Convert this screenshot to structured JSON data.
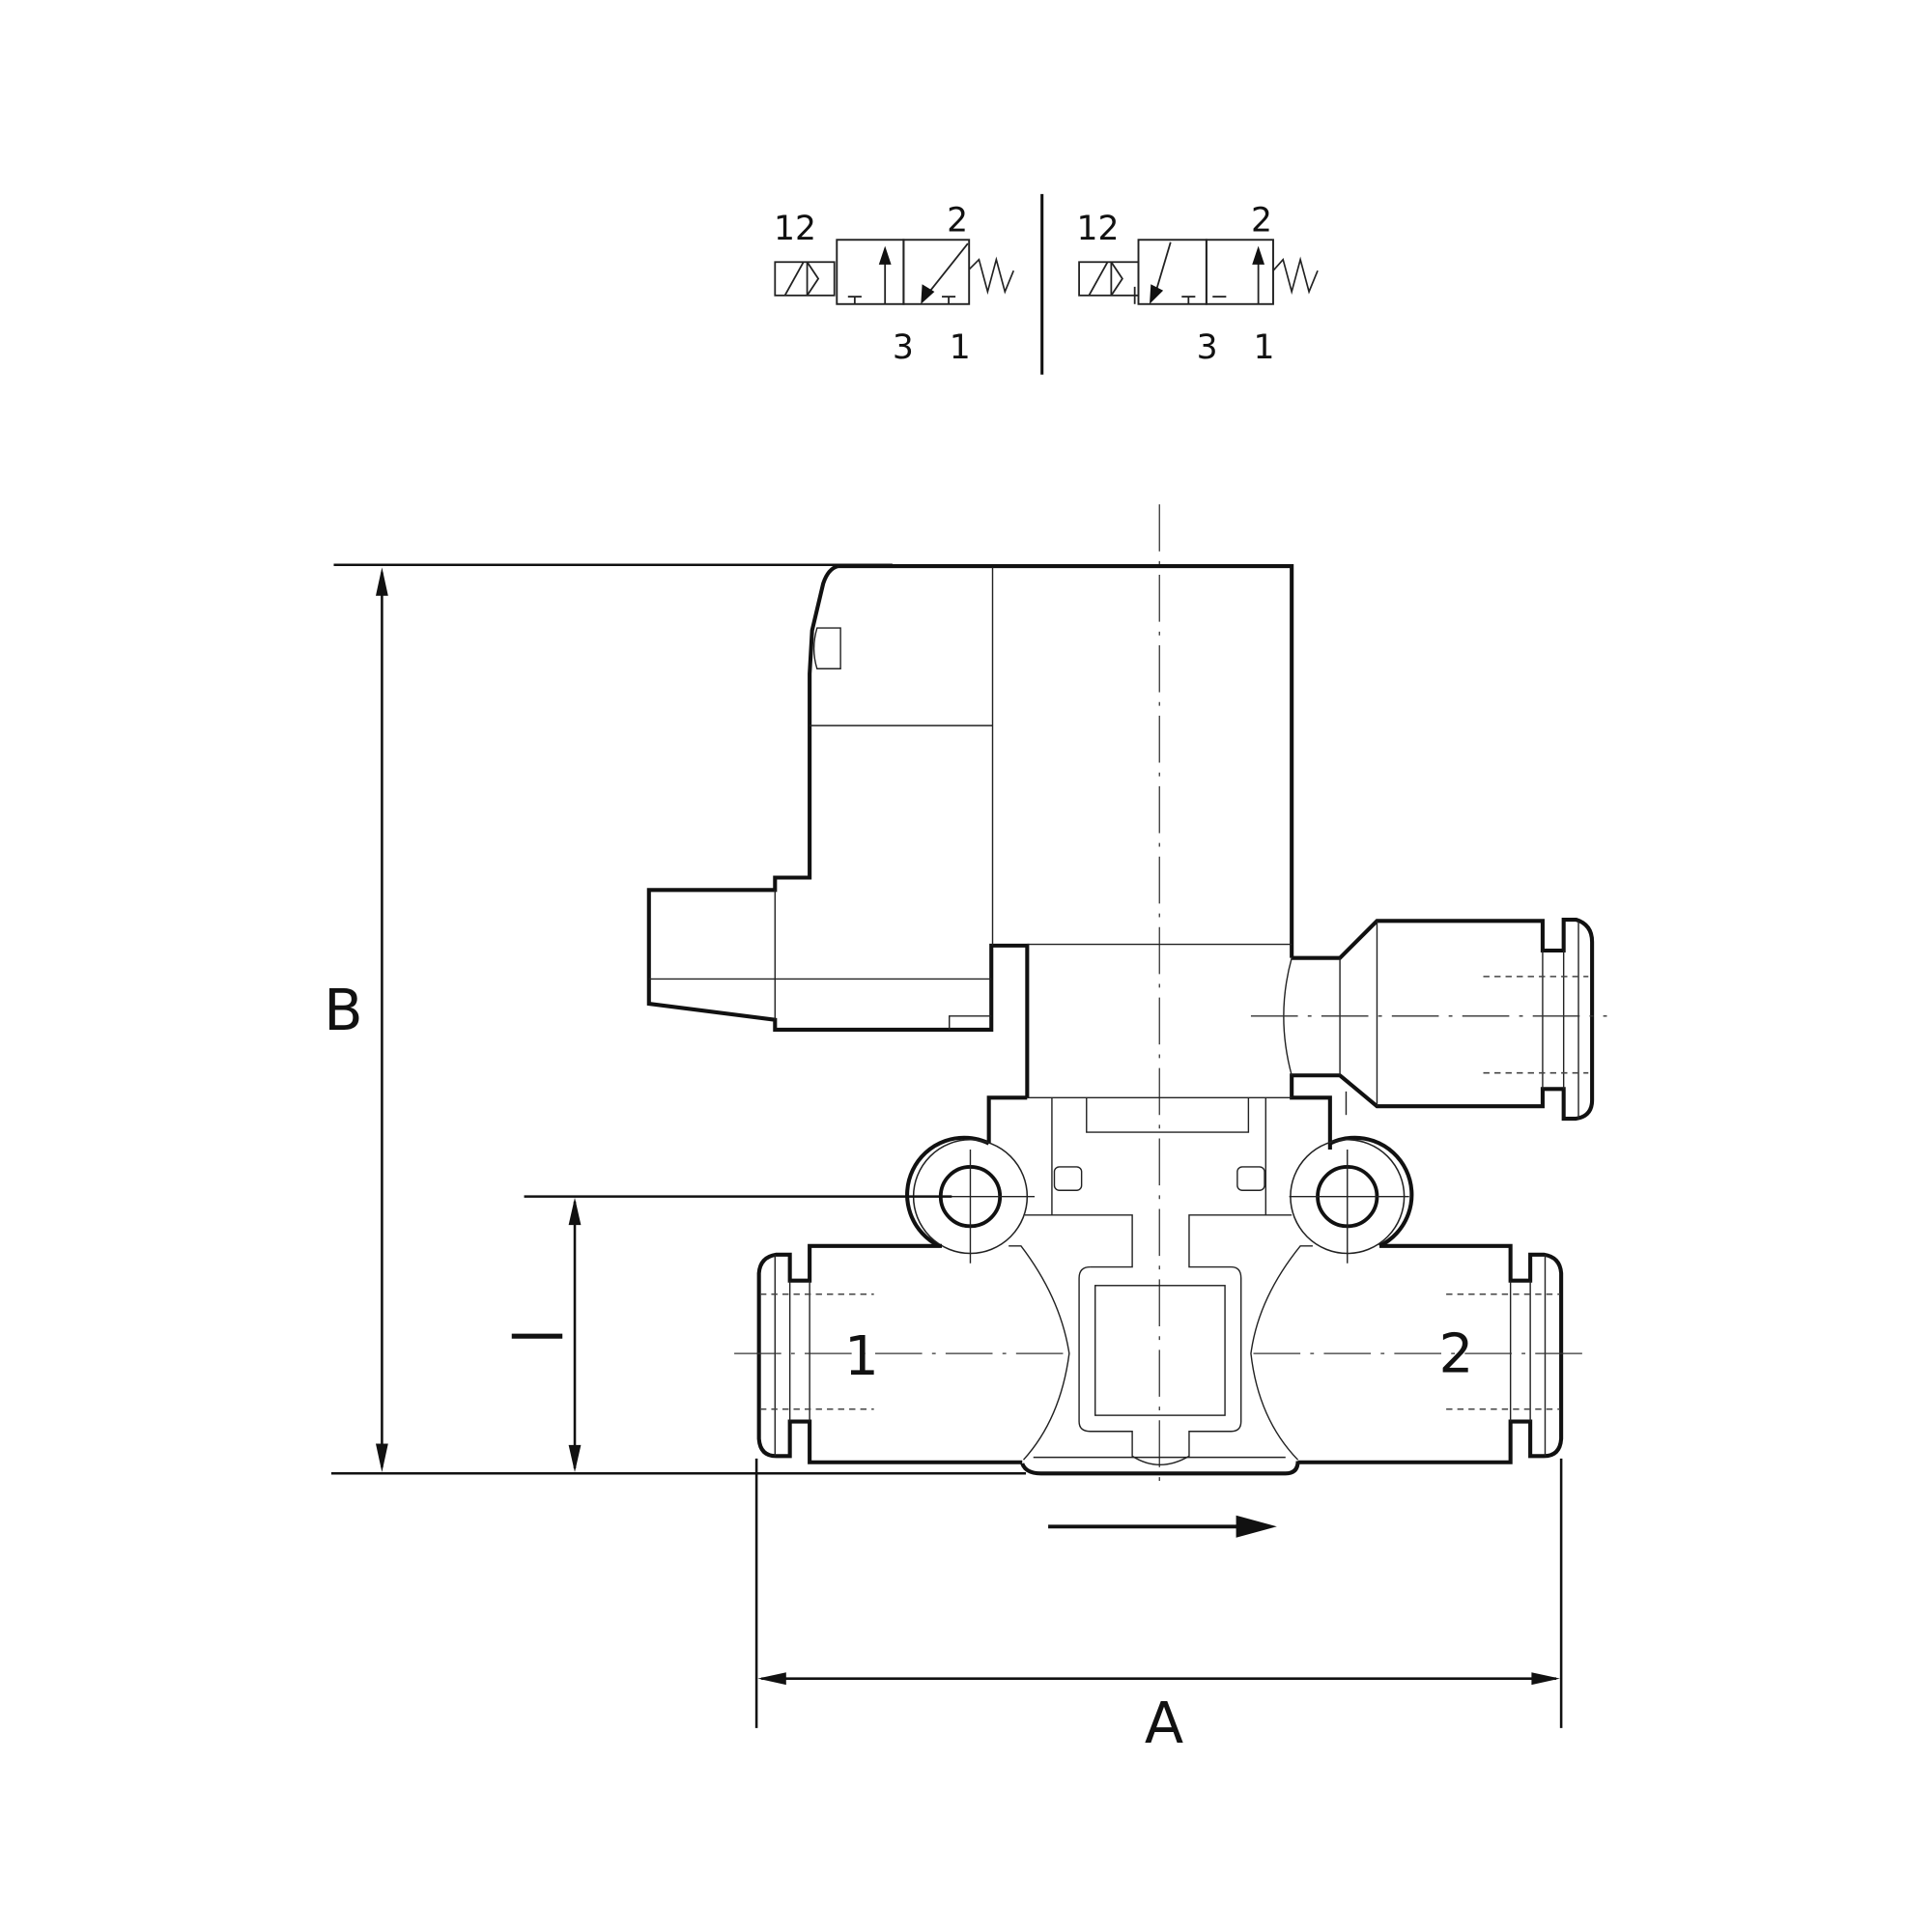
{
  "drawing": {
    "type": "technical-drawing",
    "subject": "solenoid valve with push-in fittings",
    "line_color": "#111111",
    "background": "#ffffff"
  },
  "symbols": [
    {
      "name": "3/2 normally closed",
      "pilot_port": "12",
      "outlet_port": "2",
      "exhaust_port": "3",
      "supply_port": "1"
    },
    {
      "name": "3/2 normally open",
      "pilot_port": "12",
      "outlet_port": "2",
      "exhaust_port": "3",
      "supply_port": "1"
    }
  ],
  "ports": {
    "inlet": "1",
    "outlet": "2"
  },
  "dimensions": {
    "width": "A",
    "height": "B",
    "mount_height": "I"
  },
  "flow_arrow": "flow-direction-right"
}
